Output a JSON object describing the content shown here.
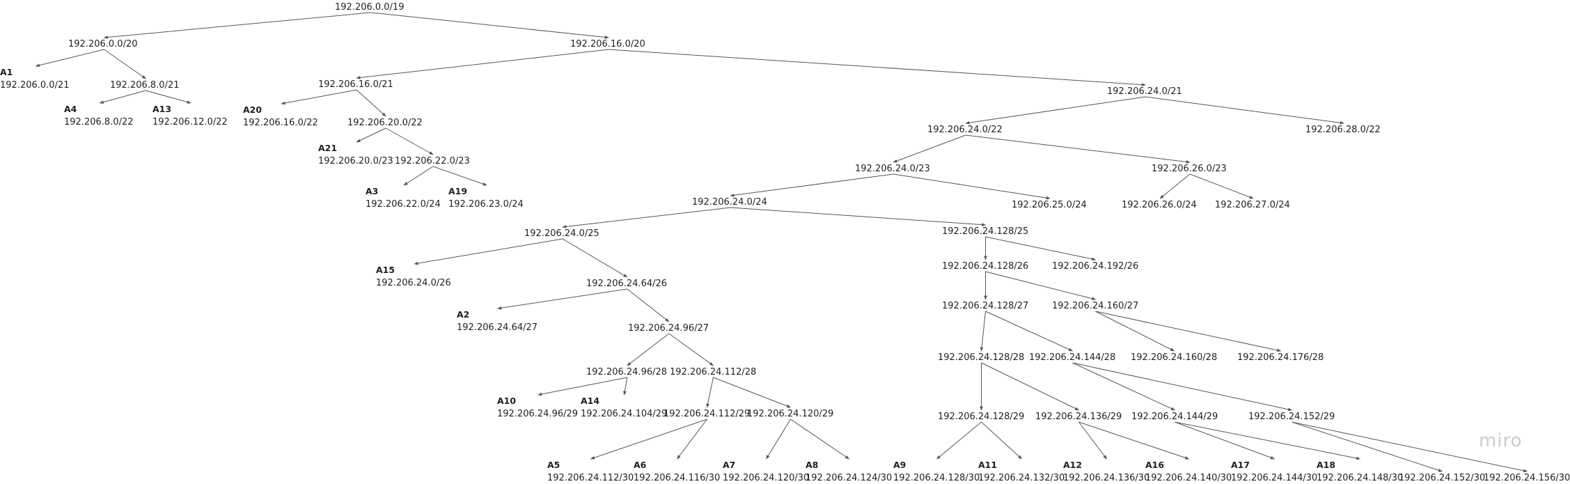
{
  "brand": {
    "logo_text": "miro"
  },
  "tree": {
    "nodes": [
      {
        "id": "n0",
        "address": "192.206.0.0/19",
        "label": ""
      },
      {
        "id": "n1",
        "address": "192.206.0.0/20",
        "label": ""
      },
      {
        "id": "n2",
        "address": "192.206.16.0/20",
        "label": ""
      },
      {
        "id": "n3",
        "address": "192.206.0.0/21",
        "label": "A1"
      },
      {
        "id": "n4",
        "address": "192.206.8.0/21",
        "label": ""
      },
      {
        "id": "n5",
        "address": "192.206.8.0/22",
        "label": "A4"
      },
      {
        "id": "n6",
        "address": "192.206.12.0/22",
        "label": "A13"
      },
      {
        "id": "n7",
        "address": "192.206.16.0/21",
        "label": ""
      },
      {
        "id": "n8",
        "address": "192.206.24.0/21",
        "label": ""
      },
      {
        "id": "n9",
        "address": "192.206.16.0/22",
        "label": "A20"
      },
      {
        "id": "n10",
        "address": "192.206.20.0/22",
        "label": ""
      },
      {
        "id": "n11",
        "address": "192.206.20.0/23",
        "label": "A21"
      },
      {
        "id": "n12",
        "address": "192.206.22.0/23",
        "label": ""
      },
      {
        "id": "n13",
        "address": "192.206.22.0/24",
        "label": "A3"
      },
      {
        "id": "n14",
        "address": "192.206.23.0/24",
        "label": "A19"
      },
      {
        "id": "n15",
        "address": "192.206.24.0/22",
        "label": ""
      },
      {
        "id": "n16",
        "address": "192.206.28.0/22",
        "label": ""
      },
      {
        "id": "n17",
        "address": "192.206.24.0/23",
        "label": ""
      },
      {
        "id": "n18",
        "address": "192.206.26.0/23",
        "label": ""
      },
      {
        "id": "n19",
        "address": "192.206.24.0/24",
        "label": ""
      },
      {
        "id": "n20",
        "address": "192.206.25.0/24",
        "label": ""
      },
      {
        "id": "n21",
        "address": "192.206.26.0/24",
        "label": ""
      },
      {
        "id": "n22",
        "address": "192.206.27.0/24",
        "label": ""
      },
      {
        "id": "n23",
        "address": "192.206.24.0/25",
        "label": ""
      },
      {
        "id": "n24",
        "address": "192.206.24.128/25",
        "label": ""
      },
      {
        "id": "n25",
        "address": "192.206.24.0/26",
        "label": "A15"
      },
      {
        "id": "n26",
        "address": "192.206.24.64/26",
        "label": ""
      },
      {
        "id": "n27",
        "address": "192.206.24.64/27",
        "label": "A2"
      },
      {
        "id": "n28",
        "address": "192.206.24.96/27",
        "label": ""
      },
      {
        "id": "n29",
        "address": "192.206.24.96/28",
        "label": ""
      },
      {
        "id": "n30",
        "address": "192.206.24.112/28",
        "label": ""
      },
      {
        "id": "n31",
        "address": "192.206.24.96/29",
        "label": "A10"
      },
      {
        "id": "n32",
        "address": "192.206.24.104/29",
        "label": "A14"
      },
      {
        "id": "n33",
        "address": "192.206.24.112/29",
        "label": ""
      },
      {
        "id": "n34",
        "address": "192.206.24.120/29",
        "label": ""
      },
      {
        "id": "n35",
        "address": "192.206.24.112/30",
        "label": "A5"
      },
      {
        "id": "n36",
        "address": "192.206.24.116/30",
        "label": "A6"
      },
      {
        "id": "n37",
        "address": "192.206.24.120/30",
        "label": "A7"
      },
      {
        "id": "n38",
        "address": "192.206.24.124/30",
        "label": "A8"
      },
      {
        "id": "n39",
        "address": "192.206.24.128/26",
        "label": ""
      },
      {
        "id": "n40",
        "address": "192.206.24.192/26",
        "label": ""
      },
      {
        "id": "n41",
        "address": "192.206.24.128/27",
        "label": ""
      },
      {
        "id": "n42",
        "address": "192.206.24.160/27",
        "label": ""
      },
      {
        "id": "n43",
        "address": "192.206.24.128/28",
        "label": ""
      },
      {
        "id": "n44",
        "address": "192.206.24.144/28",
        "label": ""
      },
      {
        "id": "n45",
        "address": "192.206.24.160/28",
        "label": ""
      },
      {
        "id": "n46",
        "address": "192.206.24.176/28",
        "label": ""
      },
      {
        "id": "n47",
        "address": "192.206.24.128/29",
        "label": ""
      },
      {
        "id": "n48",
        "address": "192.206.24.136/29",
        "label": ""
      },
      {
        "id": "n49",
        "address": "192.206.24.144/29",
        "label": ""
      },
      {
        "id": "n50",
        "address": "192.206.24.152/29",
        "label": ""
      },
      {
        "id": "n51",
        "address": "192.206.24.128/30",
        "label": "A9"
      },
      {
        "id": "n52",
        "address": "192.206.24.132/30",
        "label": "A11"
      },
      {
        "id": "n53",
        "address": "192.206.24.136/30",
        "label": "A12"
      },
      {
        "id": "n54",
        "address": "192.206.24.140/30",
        "label": "A16"
      },
      {
        "id": "n55",
        "address": "192.206.24.144/30",
        "label": "A17"
      },
      {
        "id": "n56",
        "address": "192.206.24.148/30",
        "label": "A18"
      },
      {
        "id": "n57",
        "address": "192.206.24.152/30",
        "label": ""
      },
      {
        "id": "n58",
        "address": "192.206.24.156/30",
        "label": ""
      }
    ],
    "edges": [
      [
        "n0",
        "n1"
      ],
      [
        "n0",
        "n2"
      ],
      [
        "n1",
        "n3"
      ],
      [
        "n1",
        "n4"
      ],
      [
        "n4",
        "n5"
      ],
      [
        "n4",
        "n6"
      ],
      [
        "n2",
        "n7"
      ],
      [
        "n2",
        "n8"
      ],
      [
        "n7",
        "n9"
      ],
      [
        "n7",
        "n10"
      ],
      [
        "n10",
        "n11"
      ],
      [
        "n10",
        "n12"
      ],
      [
        "n12",
        "n13"
      ],
      [
        "n12",
        "n14"
      ],
      [
        "n8",
        "n15"
      ],
      [
        "n8",
        "n16"
      ],
      [
        "n15",
        "n17"
      ],
      [
        "n15",
        "n18"
      ],
      [
        "n17",
        "n19"
      ],
      [
        "n17",
        "n20"
      ],
      [
        "n18",
        "n21"
      ],
      [
        "n18",
        "n22"
      ],
      [
        "n19",
        "n23"
      ],
      [
        "n19",
        "n24"
      ],
      [
        "n23",
        "n25"
      ],
      [
        "n23",
        "n26"
      ],
      [
        "n26",
        "n27"
      ],
      [
        "n26",
        "n28"
      ],
      [
        "n28",
        "n29"
      ],
      [
        "n28",
        "n30"
      ],
      [
        "n29",
        "n31"
      ],
      [
        "n29",
        "n32"
      ],
      [
        "n30",
        "n33"
      ],
      [
        "n30",
        "n34"
      ],
      [
        "n33",
        "n35"
      ],
      [
        "n33",
        "n36"
      ],
      [
        "n34",
        "n37"
      ],
      [
        "n34",
        "n38"
      ],
      [
        "n24",
        "n39"
      ],
      [
        "n24",
        "n40"
      ],
      [
        "n39",
        "n41"
      ],
      [
        "n39",
        "n42"
      ],
      [
        "n41",
        "n43"
      ],
      [
        "n41",
        "n44"
      ],
      [
        "n42",
        "n45"
      ],
      [
        "n42",
        "n46"
      ],
      [
        "n43",
        "n47"
      ],
      [
        "n43",
        "n48"
      ],
      [
        "n44",
        "n49"
      ],
      [
        "n44",
        "n50"
      ],
      [
        "n47",
        "n51"
      ],
      [
        "n47",
        "n52"
      ],
      [
        "n48",
        "n53"
      ],
      [
        "n48",
        "n54"
      ],
      [
        "n49",
        "n55"
      ],
      [
        "n49",
        "n56"
      ],
      [
        "n50",
        "n57"
      ],
      [
        "n50",
        "n58"
      ]
    ]
  }
}
